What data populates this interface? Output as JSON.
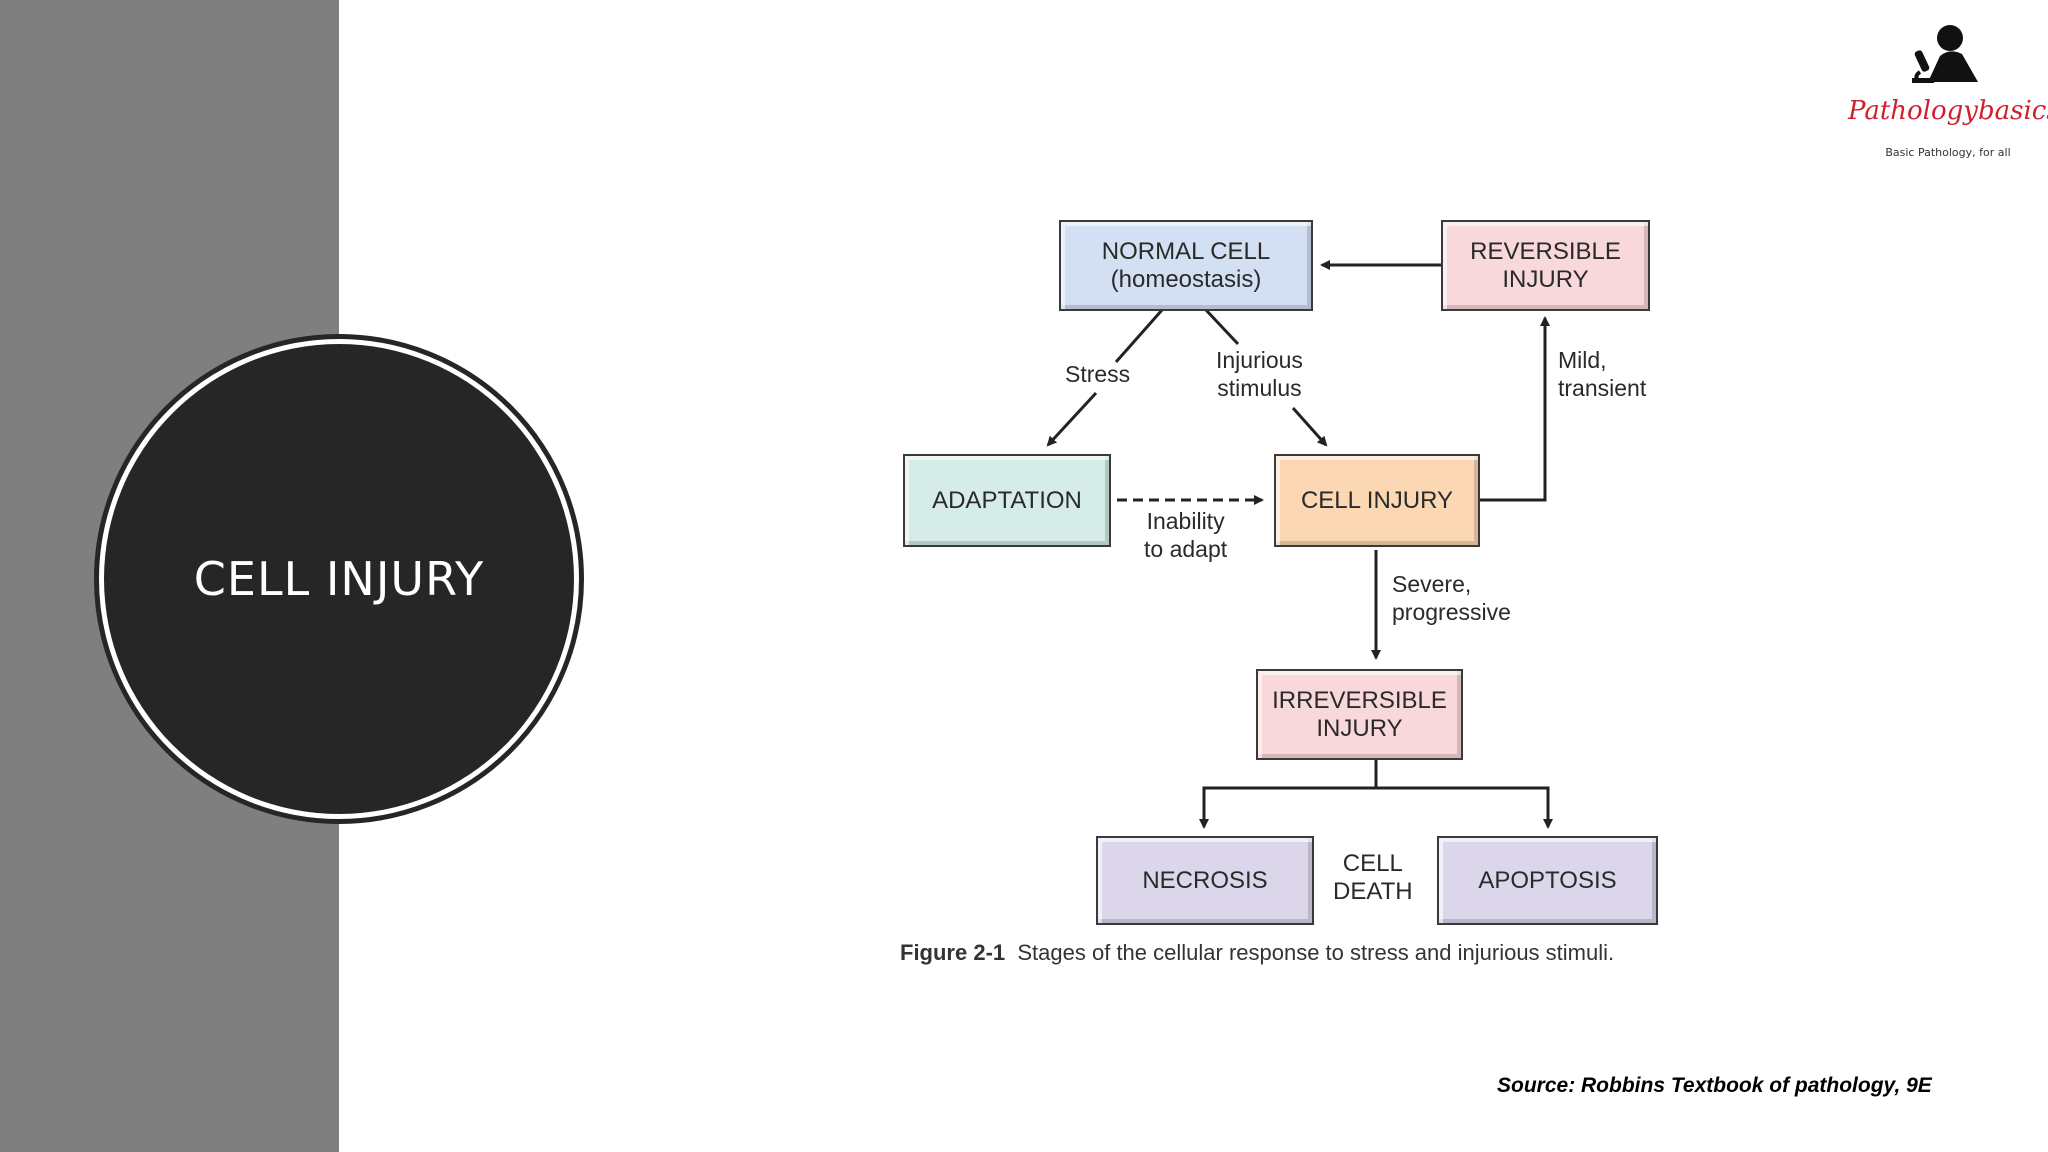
{
  "slide": {
    "title": "CELL INJURY",
    "source": "Source: Robbins Textbook of pathology, 9E"
  },
  "logo": {
    "name": "Pathologybasics",
    "tagline": "Basic Pathology, for all",
    "icon": "microscope-person-icon",
    "color": "#d0202e"
  },
  "diagram": {
    "nodes": {
      "normal_cell": "NORMAL CELL\n(homeostasis)",
      "reversible_injury": "REVERSIBLE\nINJURY",
      "adaptation": "ADAPTATION",
      "cell_injury": "CELL INJURY",
      "irreversible_injury": "IRREVERSIBLE\nINJURY",
      "necrosis": "NECROSIS",
      "apoptosis": "APOPTOSIS"
    },
    "edge_labels": {
      "stress": "Stress",
      "injurious_stimulus": "Injurious\nstimulus",
      "mild_transient": "Mild,\ntransient",
      "inability_to_adapt": "Inability\nto adapt",
      "severe_progressive": "Severe,\nprogressive",
      "cell_death": "CELL\nDEATH"
    },
    "caption_label": "Figure 2-1",
    "caption_text": "Stages of the cellular response to stress and injurious stimuli.",
    "colors": {
      "normal_cell": "#d3dff2",
      "reversible_injury": "#f8d8da",
      "adaptation": "#d5ece8",
      "cell_injury": "#fbd7b3",
      "irreversible_injury": "#f8d8da",
      "necrosis": "#dcd6ea",
      "apoptosis": "#dcd6ea"
    }
  },
  "theme": {
    "band": "#7f7f7f",
    "circle": "#262626"
  }
}
